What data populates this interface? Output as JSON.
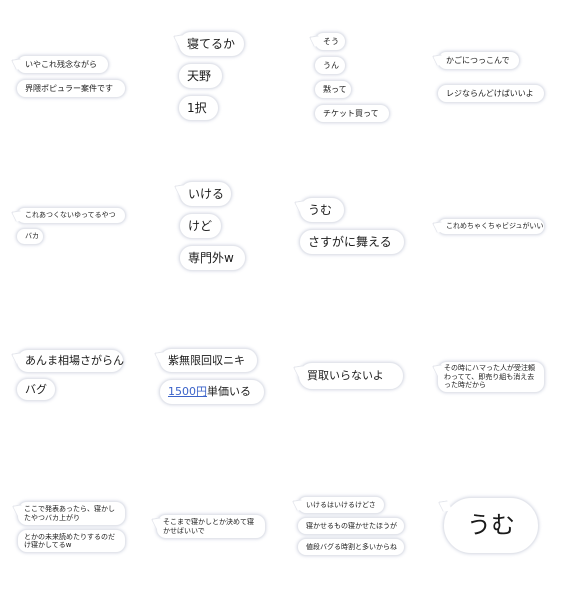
{
  "cells": {
    "r1c1": [
      "いやこれ残念ながら",
      "界隈ポピュラー案件です"
    ],
    "r1c2": [
      "寝てるか",
      "天野",
      "1択"
    ],
    "r1c3": [
      "そう",
      "うん",
      "黙って",
      "チケット買って"
    ],
    "r1c4": [
      "かごにつっこんで",
      "レジならんどけばいいよ"
    ],
    "r2c1": [
      "これあつくないゆってるやつ",
      "バカ"
    ],
    "r2c2": [
      "いける",
      "けど",
      "専門外w"
    ],
    "r2c3": [
      "うむ",
      "さすがに舞える"
    ],
    "r2c4": [
      "これめちゃくちゃビジュがいい"
    ],
    "r3c1": [
      "あんま相場さがらん",
      "バグ"
    ],
    "r3c2": {
      "line1": "紫無限回収ニキ",
      "price_link": "1500円",
      "price_rest": "単価いる"
    },
    "r3c3": [
      "買取いらないよ"
    ],
    "r3c4": [
      "その時にハマった人が受注頼わってて、即売り組も消え去った時だから"
    ],
    "r4c1": [
      "ここで発表あったら、寝かしたやつバカ上がり",
      "とかの未来読めたりするのだけ寝かしてるw"
    ],
    "r4c2": [
      "そこまで寝かしとか決めて寝かせばいいで"
    ],
    "r4c3": [
      "いけるはいけるけどさ",
      "寝かせるもの寝かせたほうが",
      "値段バグる時割と多いからね"
    ],
    "r4c4": [
      "うむ"
    ]
  }
}
